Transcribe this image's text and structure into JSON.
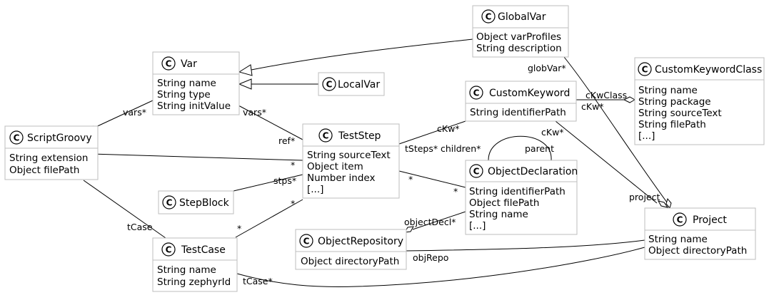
{
  "classes": {
    "globalvar": {
      "name": "GlobalVar",
      "glyph": "C",
      "attrs": [
        "Object varProfiles",
        "String description"
      ]
    },
    "var": {
      "name": "Var",
      "glyph": "C",
      "attrs": [
        "String name",
        "String type",
        "String initValue"
      ]
    },
    "localvar": {
      "name": "LocalVar",
      "glyph": "C",
      "attrs": []
    },
    "customkeyword": {
      "name": "CustomKeyword",
      "glyph": "C",
      "attrs": [
        "String identifierPath"
      ]
    },
    "customkeywordclass": {
      "name": "CustomKeywordClass",
      "glyph": "C",
      "attrs": [
        "String name",
        "String package",
        "String sourceText",
        "String filePath",
        "[...]"
      ]
    },
    "scriptgroovy": {
      "name": "ScriptGroovy",
      "glyph": "C",
      "attrs": [
        "String extension",
        "Object filePath"
      ]
    },
    "teststep": {
      "name": "TestStep",
      "glyph": "C",
      "attrs": [
        "String sourceText",
        "Object item",
        "Number index",
        "[...]"
      ]
    },
    "objectdeclaration": {
      "name": "ObjectDeclaration",
      "glyph": "C",
      "attrs": [
        "String identifierPath",
        "Object filePath",
        "String name",
        "[...]"
      ]
    },
    "stepblock": {
      "name": "StepBlock",
      "glyph": "C",
      "attrs": []
    },
    "project": {
      "name": "Project",
      "glyph": "C",
      "attrs": [
        "String name",
        "Object directoryPath"
      ]
    },
    "objectrepository": {
      "name": "ObjectRepository",
      "glyph": "C",
      "attrs": [
        "Object directoryPath"
      ]
    },
    "testcase": {
      "name": "TestCase",
      "glyph": "C",
      "attrs": [
        "String name",
        "String zephyrId"
      ]
    }
  },
  "labels": {
    "globVar": "globVar*",
    "cKwClass": "cKwClass",
    "cKw_kwclass": "cKw*",
    "vars_sg": "vars*",
    "vars_ts": "vars*",
    "ref": "ref*",
    "cKw_ts": "cKw*",
    "tSteps": "tSteps*",
    "children": "children*",
    "parent": "parent",
    "cKw_od": "cKw*",
    "star_sg_ts": "*",
    "stps": "stps*",
    "star_ts_od_a": "*",
    "star_ts_od_b": "*",
    "project": "project",
    "objectDecl": "objectDecl*",
    "star_tc": "*",
    "star_ts_tc": "*",
    "tCase_top": "tCase",
    "objRepo": "objRepo",
    "tCase_bottom": "tCase*"
  }
}
